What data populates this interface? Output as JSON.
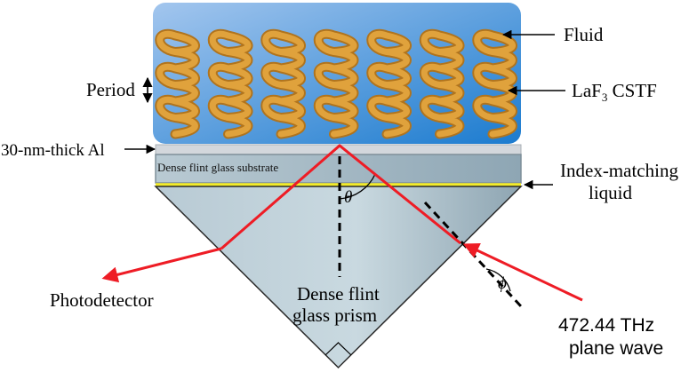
{
  "labels": {
    "fluid": "Fluid",
    "period": "Period",
    "cstf_prefix": "LaF",
    "cstf_sub": "3",
    "cstf_suffix": " CSTF",
    "al_layer": "30-nm-thick Al",
    "substrate": "Dense flint glass substrate",
    "index_matching_line1": "Index-matching",
    "index_matching_line2": "liquid",
    "theta": "θ",
    "phi": "ϕ",
    "photodetector": "Photodetector",
    "prism_line1": "Dense flint",
    "prism_line2": "glass prism",
    "wave_line1": "472.44 THz",
    "wave_line2": "plane wave"
  },
  "colors": {
    "fluid_light": "#9ec3ec",
    "fluid_dark": "#1e7fd0",
    "helix": "#e0a23c",
    "helix_dark": "#b0741e",
    "beam": "#ee1c25",
    "al_layer": "#cfd3d8",
    "substrate": "#9fb6c4",
    "index_line": "#f3ec2a",
    "prism_light": "#c7d7df",
    "prism_dark": "#8fa6b3",
    "annotation": "#000000"
  },
  "helix_count": 7
}
